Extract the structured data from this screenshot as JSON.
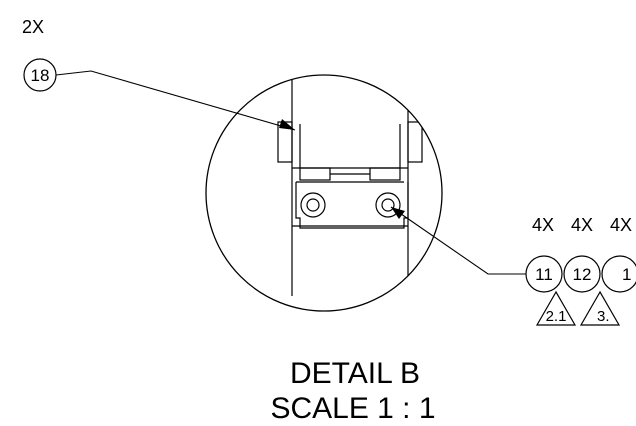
{
  "callout_left": {
    "qty": "2X",
    "item": "18"
  },
  "callouts_right": [
    {
      "qty": "4X",
      "item": "11"
    },
    {
      "qty": "4X",
      "item": "12"
    },
    {
      "qty": "4X",
      "item": "1"
    }
  ],
  "revision_triangles": [
    "2.1",
    "3."
  ],
  "detail": {
    "title": "DETAIL B",
    "scale": "SCALE 1 : 1"
  }
}
